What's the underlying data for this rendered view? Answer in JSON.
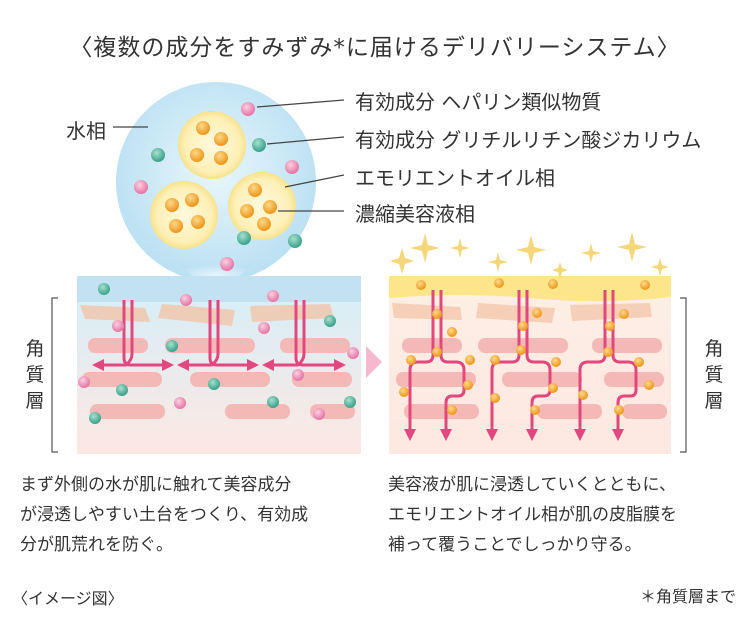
{
  "title": "〈複数の成分をすみずみ*に届けるデリバリーシステム〉",
  "left_label_water": "水相",
  "callouts": [
    "有効成分 ヘパリン類似物質",
    "有効成分 グリチルリチン酸ジカリウム",
    "エモリエントオイル相",
    "濃縮美容液相"
  ],
  "stratum_label_left": [
    "角",
    "質",
    "層"
  ],
  "stratum_label_right": [
    "角",
    "質",
    "層"
  ],
  "caption_left": [
    "まず外側の水が肌に触れて美容成分",
    "が浸透しやすい土台をつくり、有効成",
    "分が肌荒れを防ぐ。"
  ],
  "caption_right": [
    "美容液が肌に浸透していくとともに、",
    "エモリエントオイル相が肌の皮脂膜を",
    "補って覆うことでしっかり守る。"
  ],
  "footer_left": "〈イメージ図〉",
  "footer_right": "＊角質層まで",
  "colors": {
    "water_blue": "#bfe3f4",
    "skin_pink": "#f4b9b6",
    "skin_bg": "#fde7e3",
    "arrow": "#e2477e",
    "dot_pink": "#ef8fb5",
    "dot_teal": "#5ab8a2",
    "dot_orange": "#f2a833",
    "sparkle": "#f5d77a"
  }
}
